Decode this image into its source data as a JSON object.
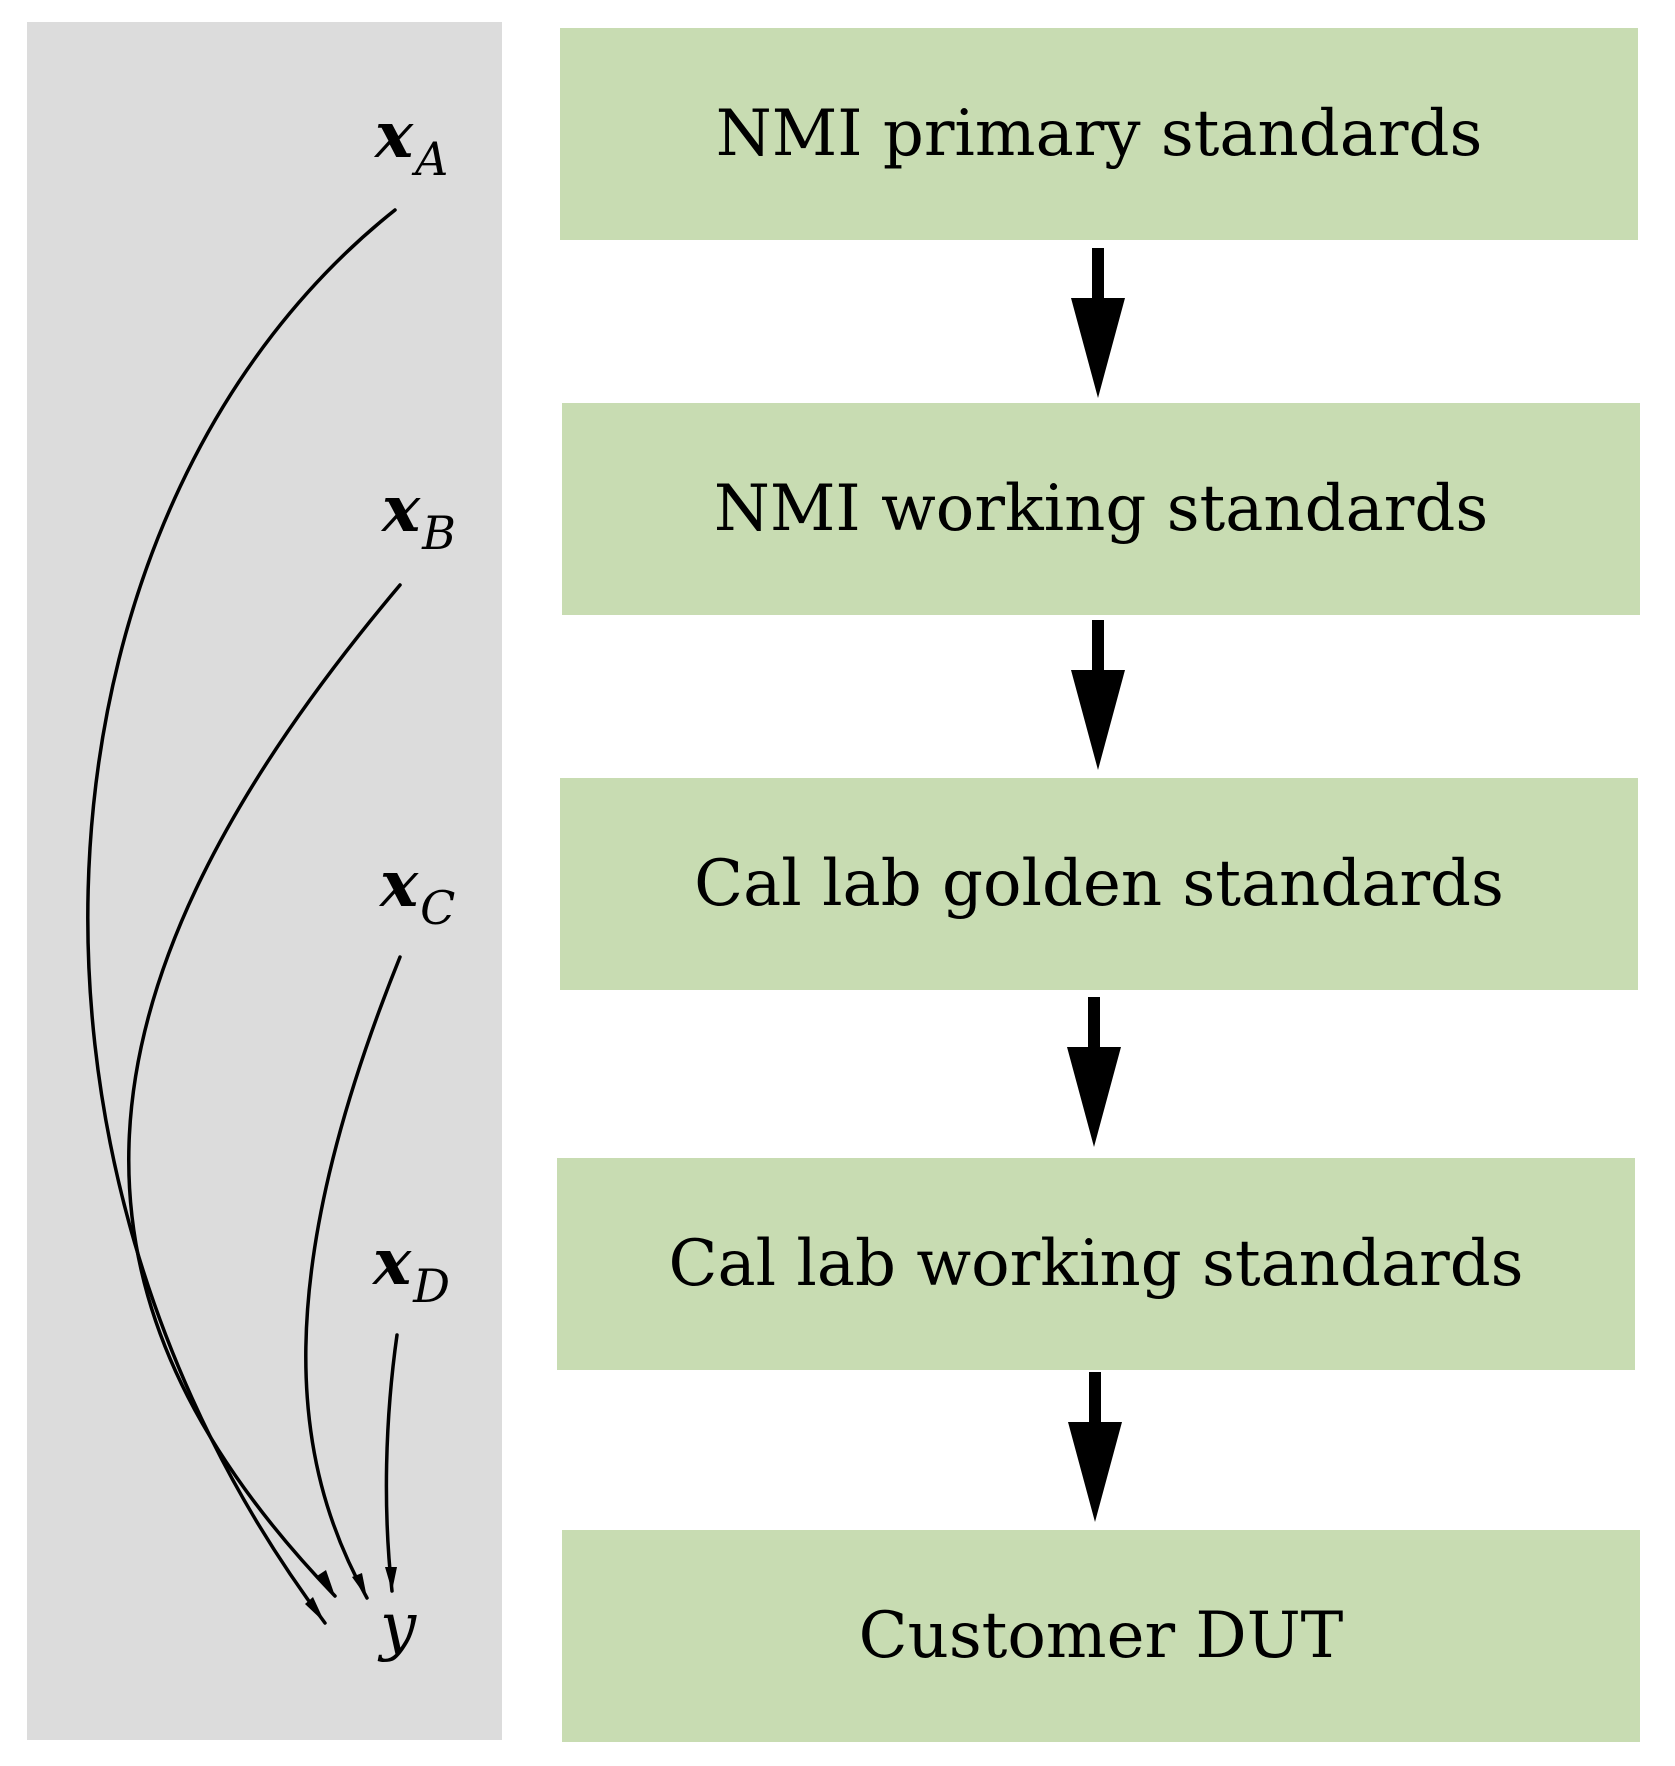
{
  "variables": {
    "xA": {
      "base": "x",
      "sub": "A"
    },
    "xB": {
      "base": "x",
      "sub": "B"
    },
    "xC": {
      "base": "x",
      "sub": "C"
    },
    "xD": {
      "base": "x",
      "sub": "D"
    },
    "y": {
      "base": "y",
      "sub": ""
    }
  },
  "chain": [
    "NMI primary standards",
    "NMI working standards",
    "Cal lab golden standards",
    "Cal lab working standards",
    "Customer DUT"
  ],
  "colors": {
    "panel": "#dcdcdc",
    "box": "#c8dcb2",
    "arrow": "#000000"
  }
}
